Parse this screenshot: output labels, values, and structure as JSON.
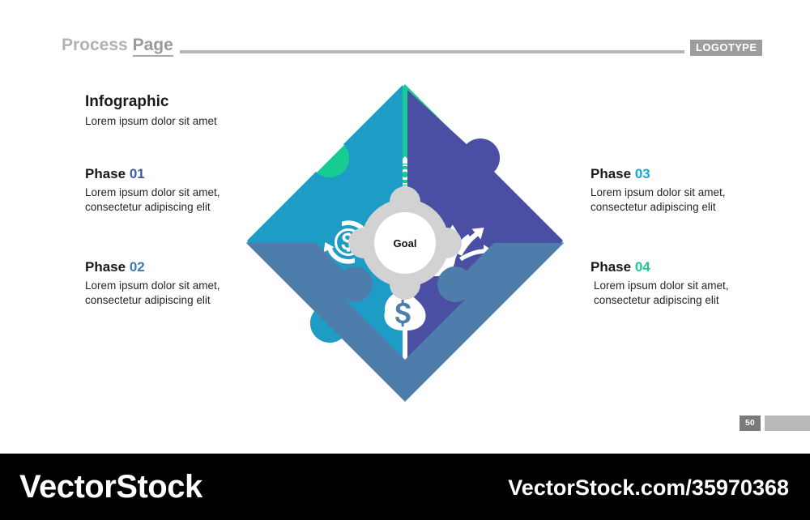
{
  "header": {
    "title_light": "Process ",
    "title_dark": "Page",
    "logotype": "LOGOTYPE"
  },
  "blocks": {
    "infographic": {
      "title": "Infographic",
      "body": "Lorem ipsum dolor sit amet"
    },
    "phase01": {
      "label": "Phase ",
      "number": "01",
      "number_color": "#3b5bab",
      "body": "Lorem ipsum dolor sit amet, consectetur adipiscing elit"
    },
    "phase02": {
      "label": "Phase ",
      "number": "02",
      "number_color": "#3f7cae",
      "body": "Lorem ipsum dolor sit amet, consectetur adipiscing elit"
    },
    "phase03": {
      "label": "Phase ",
      "number": "03",
      "number_color": "#18a7d6",
      "body": "Lorem ipsum dolor sit amet, consectetur adipiscing elit"
    },
    "phase04": {
      "label": "Phase ",
      "number": "04",
      "number_color": "#16cc92",
      "body": "Lorem ipsum dolor sit amet, consectetur adipiscing elit"
    }
  },
  "diagram": {
    "center_label": "Goal",
    "center_hub_color": "#d2d2d2",
    "center_disc_color": "#ffffff",
    "pieces": [
      {
        "position": "top",
        "color": "#16cc92",
        "icon": "award-ribbon-icon",
        "linked_phase": "04"
      },
      {
        "position": "left",
        "color": "#1d9cc6",
        "icon": "money-recycle-icon",
        "linked_phase": "03"
      },
      {
        "position": "right",
        "color": "#4a4fa4",
        "icon": "diverging-arrows-icon",
        "linked_phase": "01"
      },
      {
        "position": "bottom",
        "color": "#4e7cab",
        "icon": "money-bag-icon",
        "linked_phase": "02"
      }
    ]
  },
  "footer": {
    "page_number": "50"
  },
  "watermark": {
    "brand": "VectorStock",
    "url": "VectorStock.com/35970368"
  }
}
